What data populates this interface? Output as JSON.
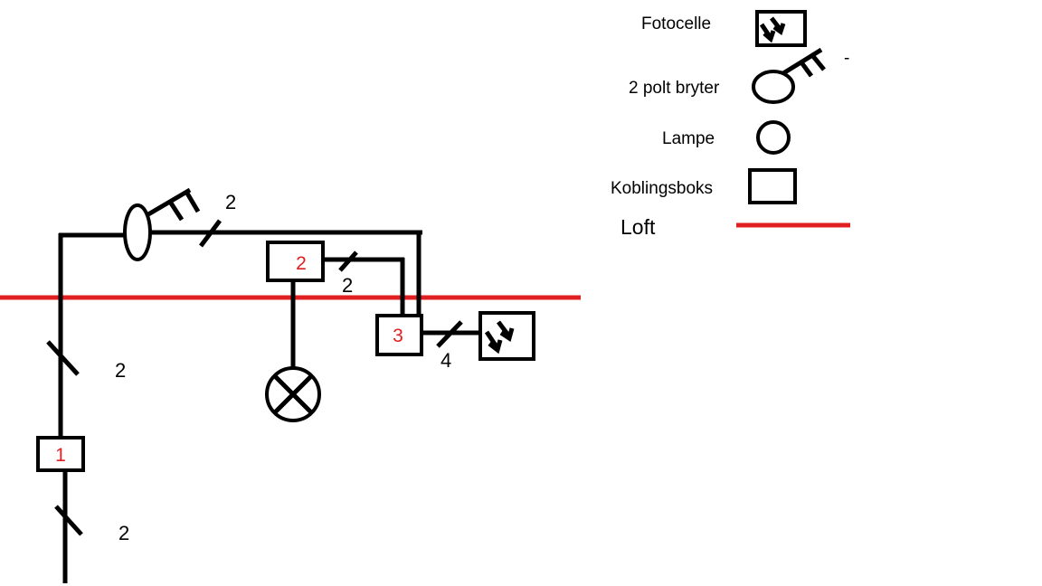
{
  "colors": {
    "wire": "#000000",
    "loft": "#e02020",
    "box_number": "#e02020",
    "background": "#ffffff"
  },
  "legend": {
    "fotocelle": "Fotocelle",
    "bryter": "2 polt bryter",
    "bryter_mark": "-",
    "lampe": "Lampe",
    "koblingsboks": "Koblingsboks",
    "loft": "Loft"
  },
  "boxes": {
    "box1": "1",
    "box2": "2",
    "box3": "3"
  },
  "conductor_counts": {
    "switch_to_right": "2",
    "box2_to_riser": "2",
    "vertical_upper": "2",
    "vertical_lower": "2",
    "box3_to_fotocelle": "4"
  },
  "icons": {
    "fotocelle": "photocell-icon",
    "bryter": "two-pole-switch-icon",
    "lampe": "lamp-icon",
    "koblingsboks": "junction-box-icon"
  }
}
